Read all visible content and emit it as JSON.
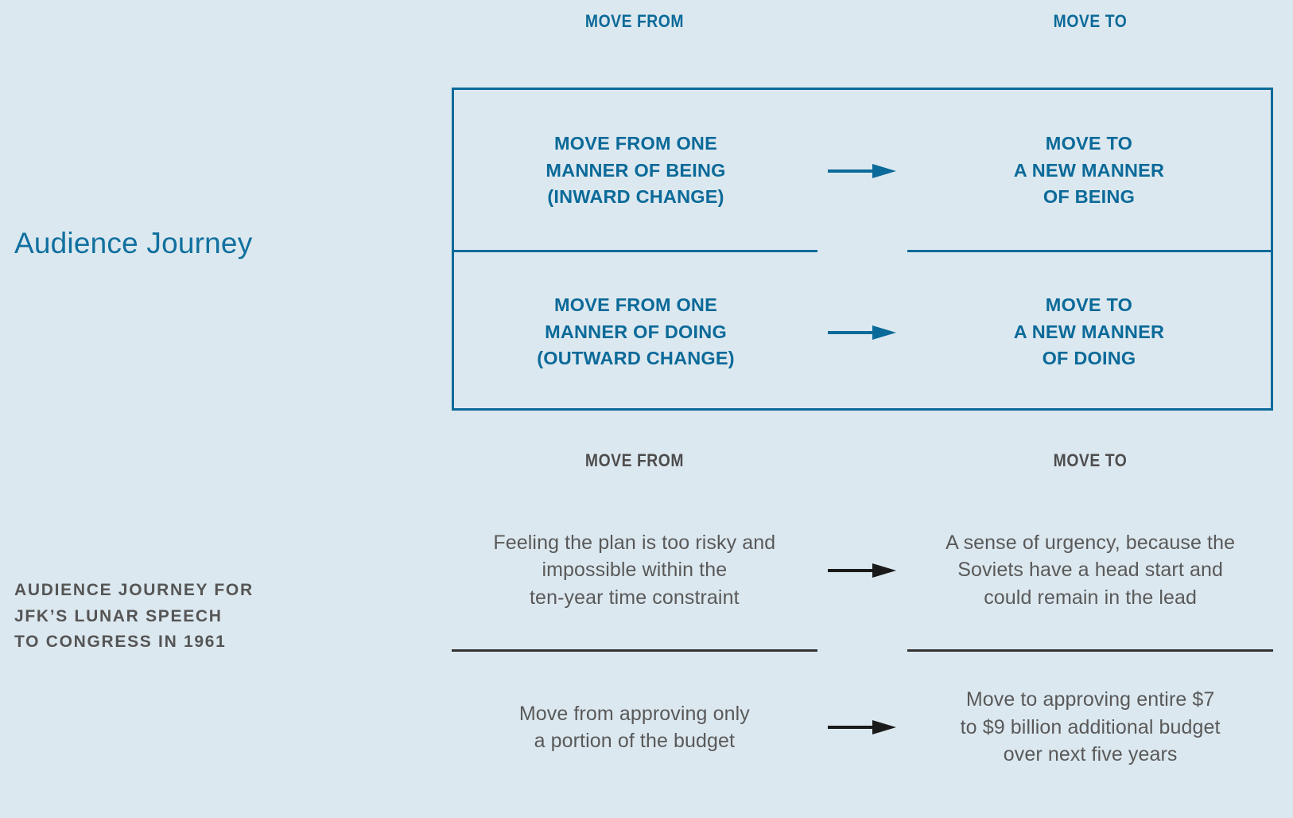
{
  "background_color": "#dce8ef",
  "colors": {
    "blue": "#0b6a99",
    "title_blue": "#10709f",
    "gray_heading": "#4d4d4d",
    "gray_body": "#595959",
    "gray_label": "#555555",
    "black_arrow": "#1a1a1a"
  },
  "upper": {
    "title": "Audience Journey",
    "headers": {
      "from": "MOVE FROM",
      "to": "MOVE TO"
    },
    "rows": [
      {
        "from_lines": [
          "MOVE FROM ONE",
          "MANNER OF BEING",
          "(INWARD CHANGE)"
        ],
        "arrow": "right-arrow-icon",
        "to_lines": [
          "MOVE TO",
          "A NEW MANNER",
          "OF BEING"
        ]
      },
      {
        "from_lines": [
          "MOVE FROM ONE",
          "MANNER OF DOING",
          "(OUTWARD CHANGE)"
        ],
        "arrow": "right-arrow-icon",
        "to_lines": [
          "MOVE TO",
          "A NEW MANNER",
          "OF DOING"
        ]
      }
    ]
  },
  "lower": {
    "title_lines": [
      "AUDIENCE JOURNEY FOR",
      "JFK’S LUNAR SPEECH",
      "TO CONGRESS IN 1961"
    ],
    "headers": {
      "from": "MOVE FROM",
      "to": "MOVE TO"
    },
    "rows": [
      {
        "from_lines": [
          "Feeling the plan is too risky and",
          "impossible within the",
          "ten-year time constraint"
        ],
        "arrow": "right-arrow-icon",
        "to_lines": [
          "A sense of urgency, because the",
          "Soviets have a head start and",
          "could remain in the lead"
        ]
      },
      {
        "from_lines": [
          "Move from approving only",
          "a portion of the budget"
        ],
        "arrow": "right-arrow-icon",
        "to_lines": [
          "Move to approving entire $7",
          "to $9 billion additional budget",
          "over next five years"
        ]
      }
    ]
  }
}
